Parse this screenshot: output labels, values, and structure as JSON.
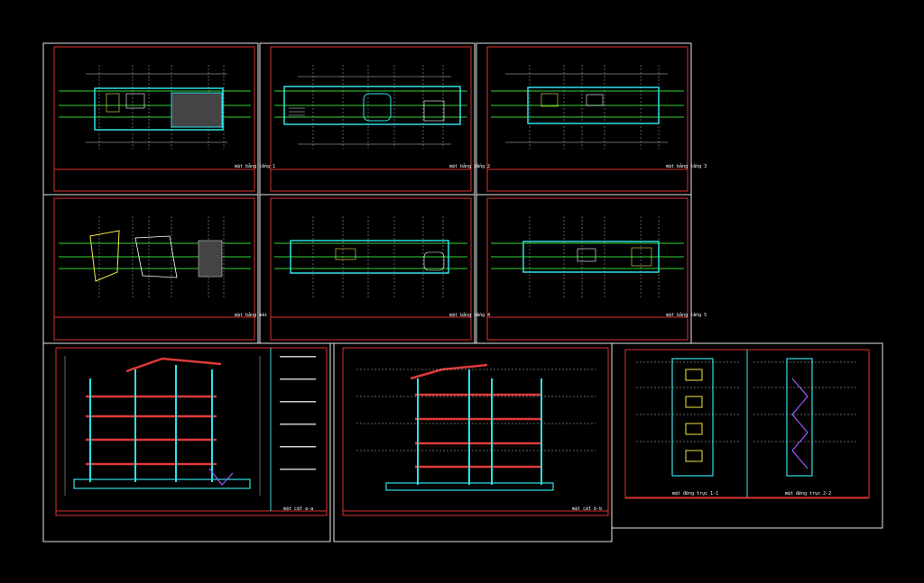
{
  "colors": {
    "background": "#000000",
    "sheet_border": "#e6e6e6",
    "inner_frame": "#e03030",
    "grid_axis": "#34d534",
    "wall": "#2fe0e6",
    "slab": "#e03a3a",
    "dim": "#ffffff",
    "furniture": "#f2e64a",
    "stair": "#9b59ff"
  },
  "sheets": [
    {
      "id": "plan-1",
      "kind": "floor-plan",
      "title": "mặt bằng tầng 1"
    },
    {
      "id": "plan-2",
      "kind": "floor-plan",
      "title": "mặt bằng tầng 2"
    },
    {
      "id": "plan-3",
      "kind": "floor-plan",
      "title": "mặt bằng tầng 3"
    },
    {
      "id": "plan-4",
      "kind": "floor-plan",
      "title": "mặt bằng mái"
    },
    {
      "id": "plan-5",
      "kind": "floor-plan",
      "title": "mặt bằng tầng 4"
    },
    {
      "id": "plan-6",
      "kind": "floor-plan",
      "title": "mặt bằng tầng 5"
    },
    {
      "id": "section-a",
      "kind": "section",
      "title": "mặt cắt a-a"
    },
    {
      "id": "section-b",
      "kind": "section",
      "title": "mặt cắt b-b"
    },
    {
      "id": "section-c",
      "kind": "section-pair",
      "title_left": "mặt đứng trục 1-1",
      "title_right": "mặt đứng trục 2-2"
    }
  ]
}
